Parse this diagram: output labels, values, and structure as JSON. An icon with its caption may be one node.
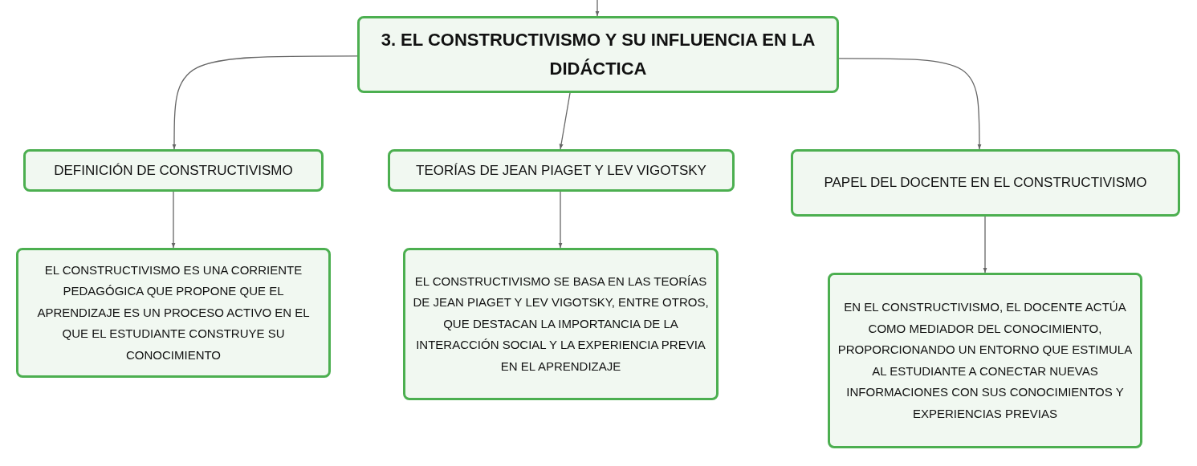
{
  "diagram": {
    "nodes": [
      {
        "text": [
          "3. EL CONSTRUCTIVISMO Y SU INFLUENCIA EN LA DIDÁCTICA"
        ]
      },
      {
        "text": [
          "DEFINICIÓN DE CONSTRUCTIVISMO"
        ]
      },
      {
        "text": [
          "TEORÍAS DE JEAN PIAGET Y LEV VIGOTSKY"
        ]
      },
      {
        "text": [
          "PAPEL DEL DOCENTE EN EL CONSTRUCTIVISMO"
        ]
      },
      {
        "text": [
          "EL CONSTRUCTIVISMO ES UNA CORRIENTE PEDAGÓGICA QUE PROPONE QUE EL APRENDIZAJE ES UN PROCESO ACTIVO EN EL QUE EL ESTUDIANTE CONSTRUYE SU CONOCIMIENTO"
        ]
      },
      {
        "text": [
          "EL CONSTRUCTIVISMO SE BASA EN LAS TEORÍAS DE JEAN PIAGET Y LEV VIGOTSKY, ENTRE OTROS, QUE DESTACAN LA IMPORTANCIA DE LA INTERACCIÓN SOCIAL Y LA EXPERIENCIA PREVIA EN EL APRENDIZAJE"
        ]
      },
      {
        "text": [
          "EN EL CONSTRUCTIVISMO, EL DOCENTE ACTÚA COMO MEDIADOR DEL CONOCIMIENTO, PROPORCIONANDO UN ENTORNO QUE ESTIMULA AL ESTUDIANTE A CONECTAR NUEVAS INFORMACIONES CON SUS CONOCIMIENTOS Y EXPERIENCIAS PREVIAS"
        ]
      }
    ],
    "edges": [
      {
        "from": null,
        "to": 0,
        "arrow": "to"
      },
      {
        "from": 0,
        "to": 1,
        "arrow": "to"
      },
      {
        "from": 0,
        "to": 2,
        "arrow": "to"
      },
      {
        "from": 0,
        "to": 3,
        "arrow": "to"
      },
      {
        "from": 1,
        "to": 4,
        "arrow": "to"
      },
      {
        "from": 2,
        "to": 5,
        "arrow": "to"
      },
      {
        "from": 3,
        "to": 6,
        "arrow": "to"
      }
    ]
  }
}
